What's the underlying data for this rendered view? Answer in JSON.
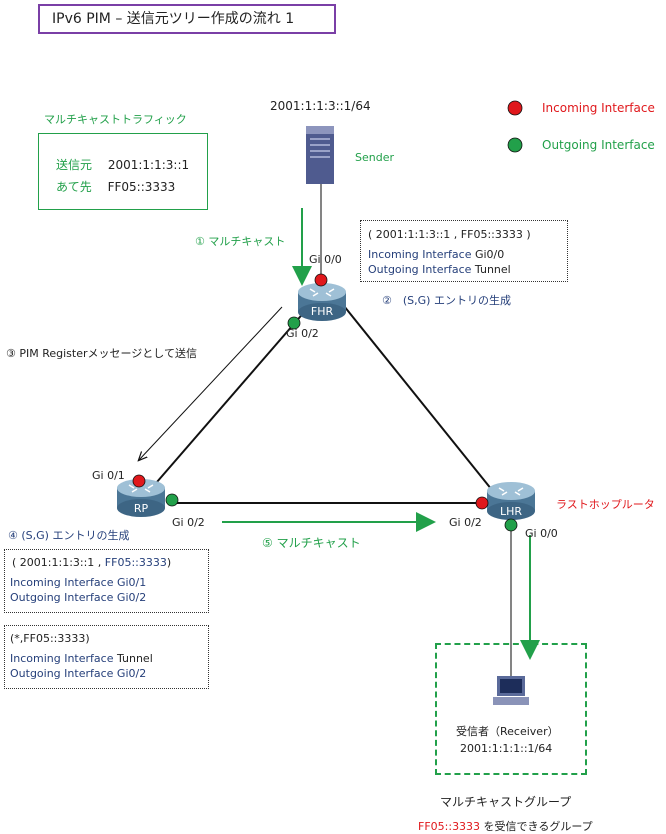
{
  "title": "IPv6 PIM – 送信元ツリー作成の流れ 1",
  "legend": {
    "incoming": "Incoming Interface",
    "outgoing": "Outgoing Interface",
    "incoming_color": "#e0181c",
    "outgoing_color": "#22a04a"
  },
  "traffic": {
    "heading": "マルチキャストトラフィック",
    "src_label": "送信元",
    "src_value": "2001:1:1:3::1",
    "dst_label": "あて先",
    "dst_value": "FF05::3333"
  },
  "sender": {
    "address": "2001:1:1:3::1/64",
    "label": "Sender"
  },
  "routers": {
    "fhr": "FHR",
    "rp": "RP",
    "lhr": "LHR"
  },
  "interfaces": {
    "fhr_gi00": "Gi 0/0",
    "fhr_gi02": "Gi 0/2",
    "rp_gi01": "Gi 0/1",
    "rp_gi02": "Gi 0/2",
    "lhr_gi02": "Gi 0/2",
    "lhr_gi00": "Gi 0/0"
  },
  "steps": {
    "s1": "① マルチキャスト",
    "s2": "②　(S,G) エントリの生成",
    "s3": "③ PIM Registerメッセージとして送信",
    "s4": "④ (S,G) エントリの生成",
    "s5": "⑤ マルチキャスト"
  },
  "fhr_entry": {
    "header": "( 2001:1:1:3::1 , FF05::3333 )",
    "in_label": "Incoming Interface",
    "in_value": "Gi0/0",
    "out_label": "Outgoing Interface",
    "out_value": "Tunnel"
  },
  "rp_entry_sg": {
    "header_prefix": "( 2001:1:1:3::1 , ",
    "header_group": "FF05::3333",
    "header_suffix": ")",
    "in_label": "Incoming Interface",
    "in_value": "Gi0/1",
    "out_label": "Outgoing Interface",
    "out_value": "Gi0/2"
  },
  "rp_entry_star": {
    "header": "(*,FF05::3333)",
    "in_label": "Incoming Interface",
    "in_value": "Tunnel",
    "out_label": "Outgoing Interface",
    "out_value": "Gi0/2"
  },
  "last_hop": "ラストホップルータ",
  "receiver": {
    "label": "受信者（Receiver）",
    "address": "2001:1:1:1::1/64"
  },
  "group": {
    "title": "マルチキャストグループ",
    "address": "FF05::3333",
    "suffix": " を受信できるグループ"
  }
}
